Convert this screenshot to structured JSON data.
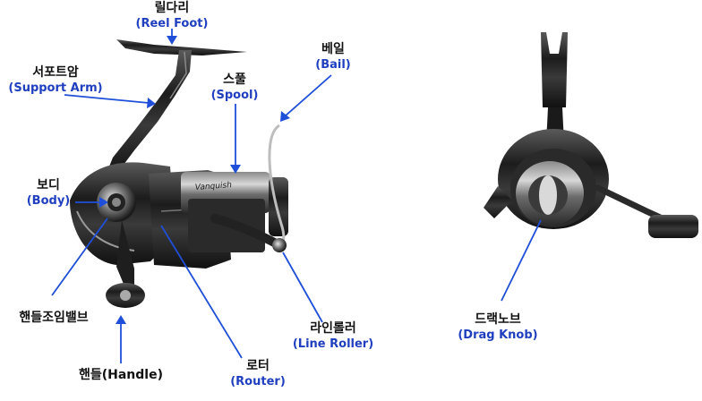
{
  "theme": {
    "label_text_color": "#111111",
    "label_en_color": "#1f3fbf",
    "leader_line_color": "#1f4fd8",
    "background": "#ffffff"
  },
  "labels": {
    "reel_foot": {
      "ko": "릴다리",
      "en": "(Reel Foot)"
    },
    "support_arm": {
      "ko": "서포트암",
      "en": "(Support Arm)"
    },
    "spool": {
      "ko": "스풀",
      "en": "(Spool)"
    },
    "bail": {
      "ko": "베일",
      "en": "(Bail)"
    },
    "body": {
      "ko": "보디",
      "en": "(Body)"
    },
    "handle_valve": {
      "ko": "핸들조임밸브",
      "en": ""
    },
    "handle": {
      "text": "핸들(Handle)"
    },
    "router": {
      "ko": "로터",
      "en": "(Router)"
    },
    "line_roller": {
      "ko": "라인롤러",
      "en": "(Line Roller)"
    },
    "drag_knob": {
      "ko": "드랙노브",
      "en": "(Drag Knob)"
    }
  }
}
